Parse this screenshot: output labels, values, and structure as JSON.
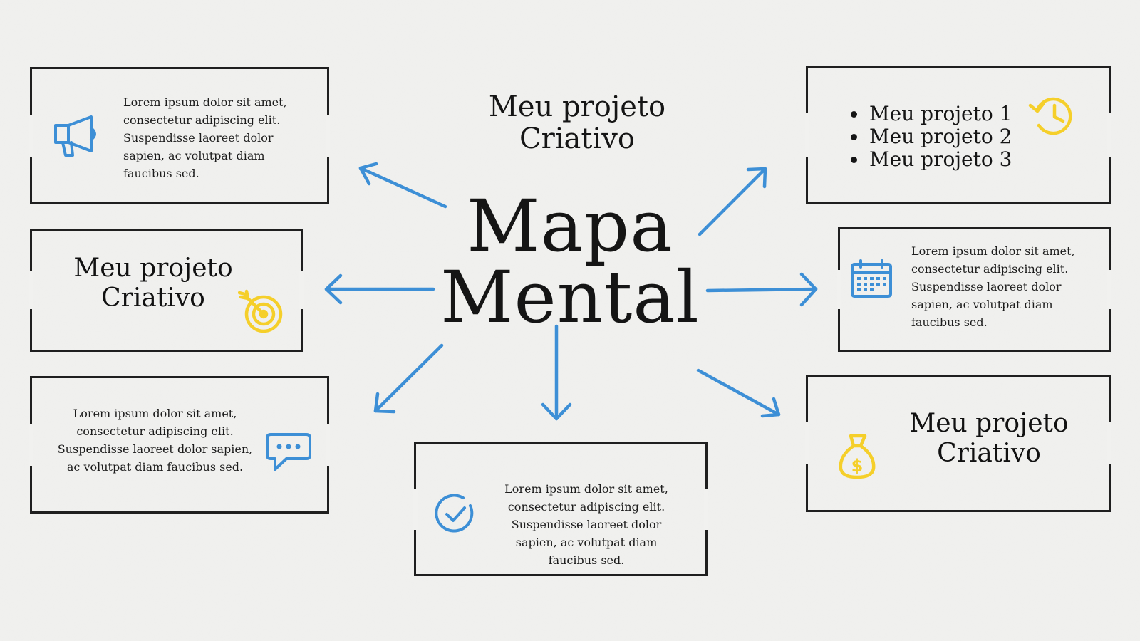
{
  "title": {
    "line1": "Mapa",
    "line2": "Mental"
  },
  "subtitle": {
    "line1": "Meu projeto",
    "line2": "Criativo"
  },
  "colors": {
    "accent_blue": "#3d8fd6",
    "accent_yellow": "#f5cf2a",
    "border": "#1f1f1f",
    "background": "#f1f1ef"
  },
  "boxes": {
    "top_left": {
      "icon": "megaphone-icon",
      "text": "Lorem ipsum dolor sit amet, consectetur adipiscing elit. Suspendisse laoreet dolor sapien, ac volutpat diam faucibus sed."
    },
    "mid_left": {
      "icon": "target-icon",
      "line1": "Meu projeto",
      "line2": "Criativo"
    },
    "bottom_left": {
      "icon": "chat-bubble-icon",
      "text": "Lorem ipsum dolor sit amet, consectetur adipiscing elit. Suspendisse laoreet dolor sapien, ac volutpat diam faucibus sed."
    },
    "bottom_center": {
      "icon": "check-circle-icon",
      "text": "Lorem ipsum dolor sit amet, consectetur adipiscing elit. Suspendisse laoreet dolor sapien, ac volutpat diam faucibus sed."
    },
    "top_right": {
      "icon": "clock-history-icon",
      "items": [
        "Meu projeto 1",
        "Meu projeto 2",
        "Meu projeto 3"
      ]
    },
    "mid_right": {
      "icon": "calendar-icon",
      "text": "Lorem ipsum dolor sit amet, consectetur adipiscing elit. Suspendisse laoreet dolor sapien, ac volutpat diam faucibus sed."
    },
    "bottom_right": {
      "icon": "money-bag-icon",
      "line1": "Meu projeto",
      "line2": "Criativo"
    }
  }
}
